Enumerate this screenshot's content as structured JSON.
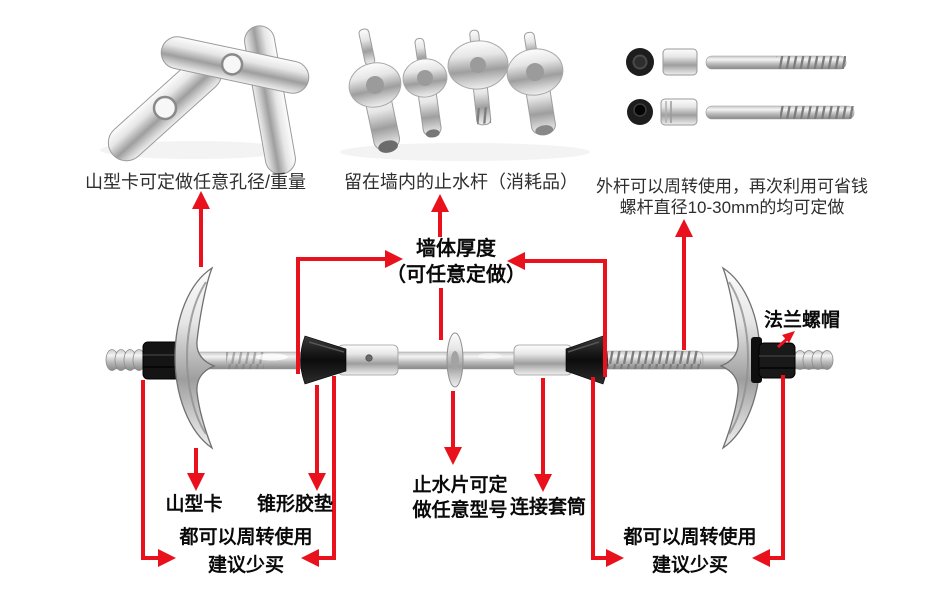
{
  "colors": {
    "annotation_red": "#e8111c",
    "caption_text": "#2e2e2e",
    "label_text": "#0a0a0a",
    "background": "#ffffff"
  },
  "photos": {
    "clamps": "mountain-clamp-parts-photo",
    "waterstop_rods": "waterstop-rod-parts-photo",
    "outer_rod_parts": "cone-sleeve-threaded-rod-photo"
  },
  "captions": {
    "clamps": "山型卡可定做任意孔径/重量",
    "waterstop": "留在墙内的止水杆（消耗品）",
    "outer_rod_line1": "外杆可以周转使用，再次利用可省钱",
    "outer_rod_line2": "螺杆直径10-30mm的均可定做"
  },
  "labels": {
    "wall_thickness_line1": "墙体厚度",
    "wall_thickness_line2": "（可任意定做）",
    "flange_nut": "法兰螺帽",
    "mountain_clamp": "山型卡",
    "cone_pad": "锥形胶垫",
    "waterstop_piece_line1": "止水片可定",
    "waterstop_piece_line2": "做任意型号",
    "sleeve": "连接套筒",
    "reuse_left_line1": "都可以周转使用",
    "reuse_left_line2": "建议少买",
    "reuse_right_line1": "都可以周转使用",
    "reuse_right_line2": "建议少买"
  }
}
